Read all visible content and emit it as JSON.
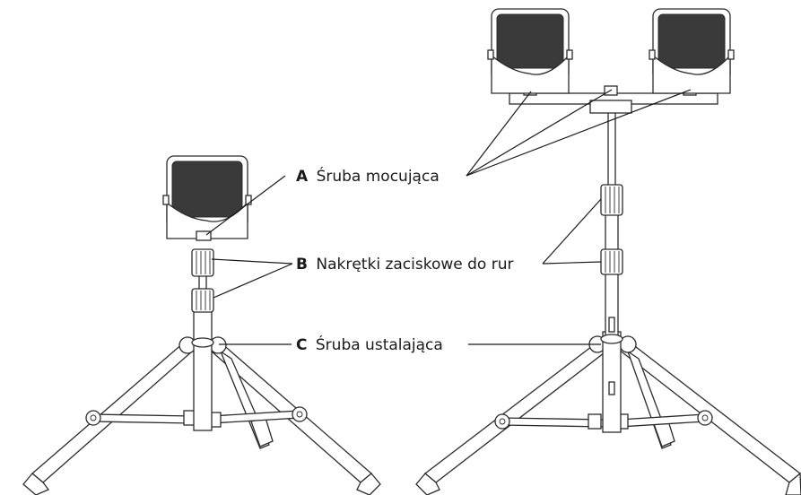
{
  "labels": [
    {
      "key": "A",
      "text": "Śruba mocująca"
    },
    {
      "key": "B",
      "text": "Nakrętki zaciskowe do rur"
    },
    {
      "key": "C",
      "text": "Śruba ustalająca"
    }
  ],
  "colors": {
    "line": "#1a1a1a",
    "stroke": "#2b2b2b",
    "background": "#ffffff"
  }
}
